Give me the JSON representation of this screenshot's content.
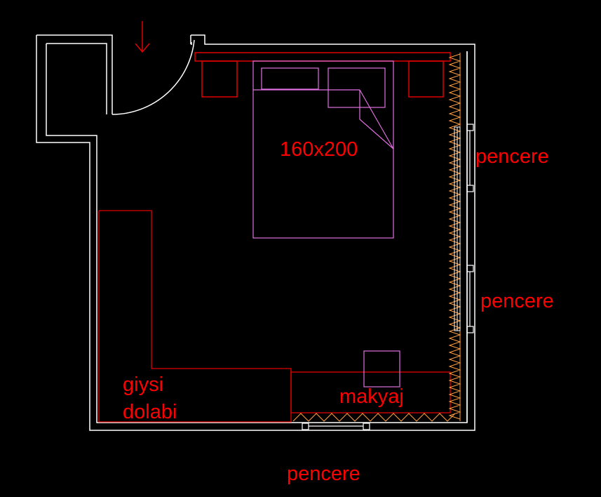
{
  "colors": {
    "background": "#000000",
    "wall": "#ffffff",
    "furniture": "#e00000",
    "bed": "#e070e0",
    "curtain": "#ffa040",
    "label": "#ff0000"
  },
  "labels": {
    "bed_size": "160x200",
    "window_right_upper": "pencere",
    "window_right_lower": "pencere",
    "window_bottom": "pencere",
    "wardrobe_line1": "giysi",
    "wardrobe_line2": "dolabi",
    "vanity": "makyaj"
  },
  "icons": {
    "entry": "arrow-down-icon"
  }
}
